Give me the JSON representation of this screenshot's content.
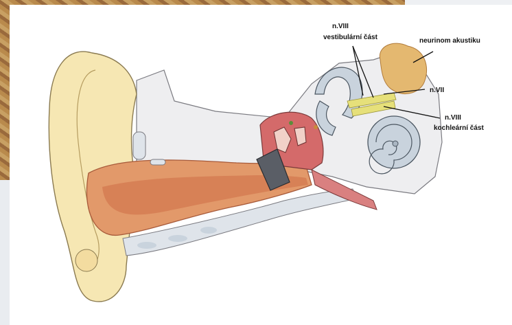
{
  "labels": {
    "nviii_top_line1": "n.VIII",
    "nviii_top_line2": "vestibulární část",
    "neurinom": "neurinom akustiku",
    "nvii": "n.VII",
    "nviii_bottom_line1": "n.VIII",
    "nviii_bottom_line2": "kochleární část"
  },
  "colors": {
    "skin": "#f6e7b3",
    "canal": "#d98a55",
    "canal_dark": "#c2603f",
    "bone": "#e8e8ec",
    "tympanic": "#d46a6a",
    "inner_ear": "#c9d3dd",
    "tumor": "#e4b870",
    "nerve": "#e6e07a"
  }
}
